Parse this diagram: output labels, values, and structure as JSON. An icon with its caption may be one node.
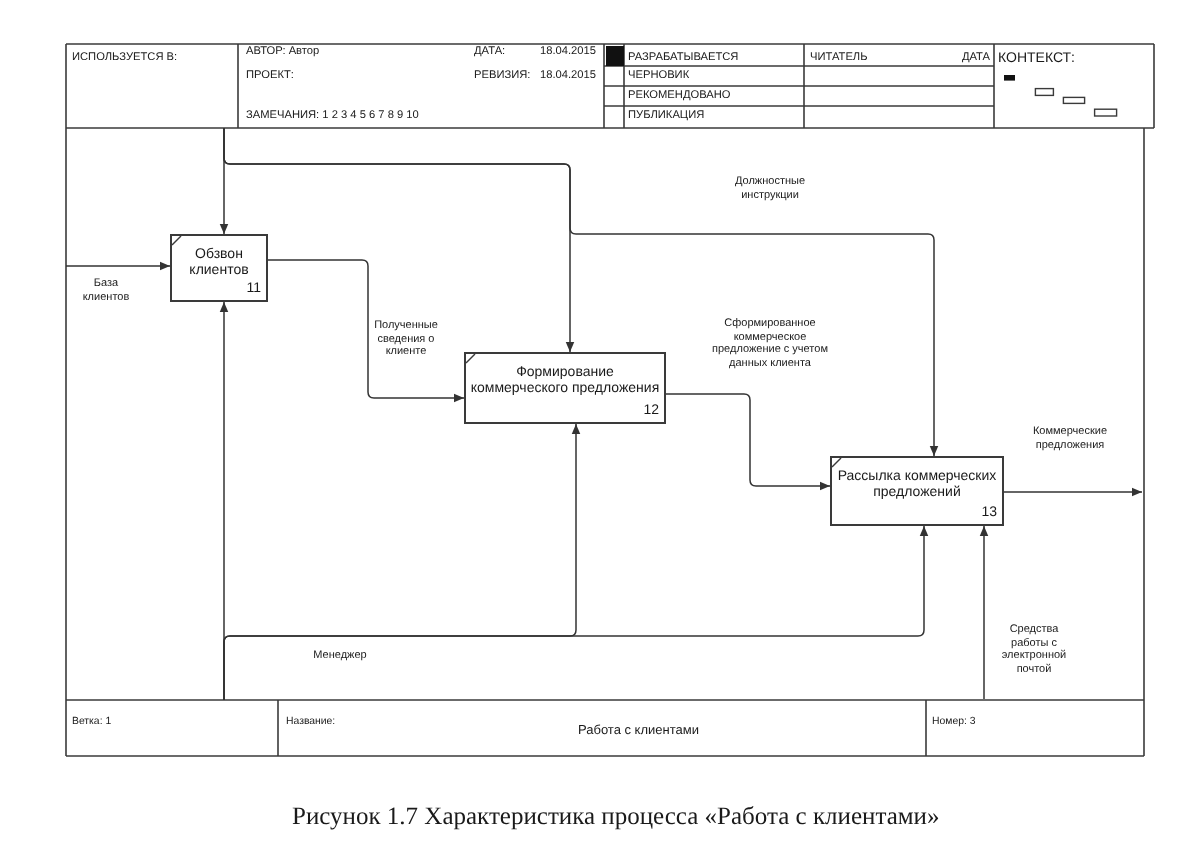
{
  "diagram": {
    "caption": "Рисунок 1.7 Характеристика процесса «Работа с клиентами»",
    "nodes": [
      {
        "text": [
          "Обзвон клиентов",
          "11"
        ]
      },
      {
        "text": [
          "Формирование коммерческого предложения",
          "12"
        ]
      },
      {
        "text": [
          "Рассылка коммерческих предложений",
          "13"
        ]
      }
    ],
    "edges": [
      {
        "from": null,
        "to": 0,
        "arrow": "to",
        "label": "База клиентов"
      },
      {
        "from": null,
        "to": 0,
        "arrow": "to"
      },
      {
        "from": null,
        "to": 1,
        "arrow": "to"
      },
      {
        "from": null,
        "to": 2,
        "arrow": "to",
        "label": "Должностные инструкции"
      },
      {
        "from": 0,
        "to": 1,
        "arrow": "to",
        "label": "Полученные сведения о клиенте"
      },
      {
        "from": 1,
        "to": 2,
        "arrow": "to",
        "label": "Сформированное коммерческое предложение с учетом данных клиента"
      },
      {
        "from": 2,
        "to": null,
        "arrow": "to",
        "label": "Коммерческие предложения"
      },
      {
        "from": null,
        "to": 0,
        "arrow": "to"
      },
      {
        "from": null,
        "to": 1,
        "arrow": "to",
        "label": "Менеджер"
      },
      {
        "from": null,
        "to": 2,
        "arrow": "to"
      },
      {
        "from": null,
        "to": 2,
        "arrow": "to",
        "label": "Средства работы с электронной почтой"
      }
    ],
    "labels": [
      "ИСПОЛЬЗУЕТСЯ В:",
      "АВТОР: Автор",
      "ДАТА:",
      "18.04.2015",
      "РАЗРАБАТЫВАЕТСЯ",
      "ЧИТАТЕЛЬ",
      "ДАТА",
      "КОНТЕКСТ:",
      "ПРОЕКТ:",
      "РЕВИЗИЯ:",
      "18.04.2015",
      "ЧЕРНОВИК",
      "РЕКОМЕНДОВАНО",
      "ЗАМЕЧАНИЯ: 1 2 3 4 5 6 7 8 9 10",
      "ПУБЛИКАЦИЯ",
      "Ветка: 1",
      "Название:",
      "Работа с клиентами",
      "Номер: 3"
    ]
  }
}
